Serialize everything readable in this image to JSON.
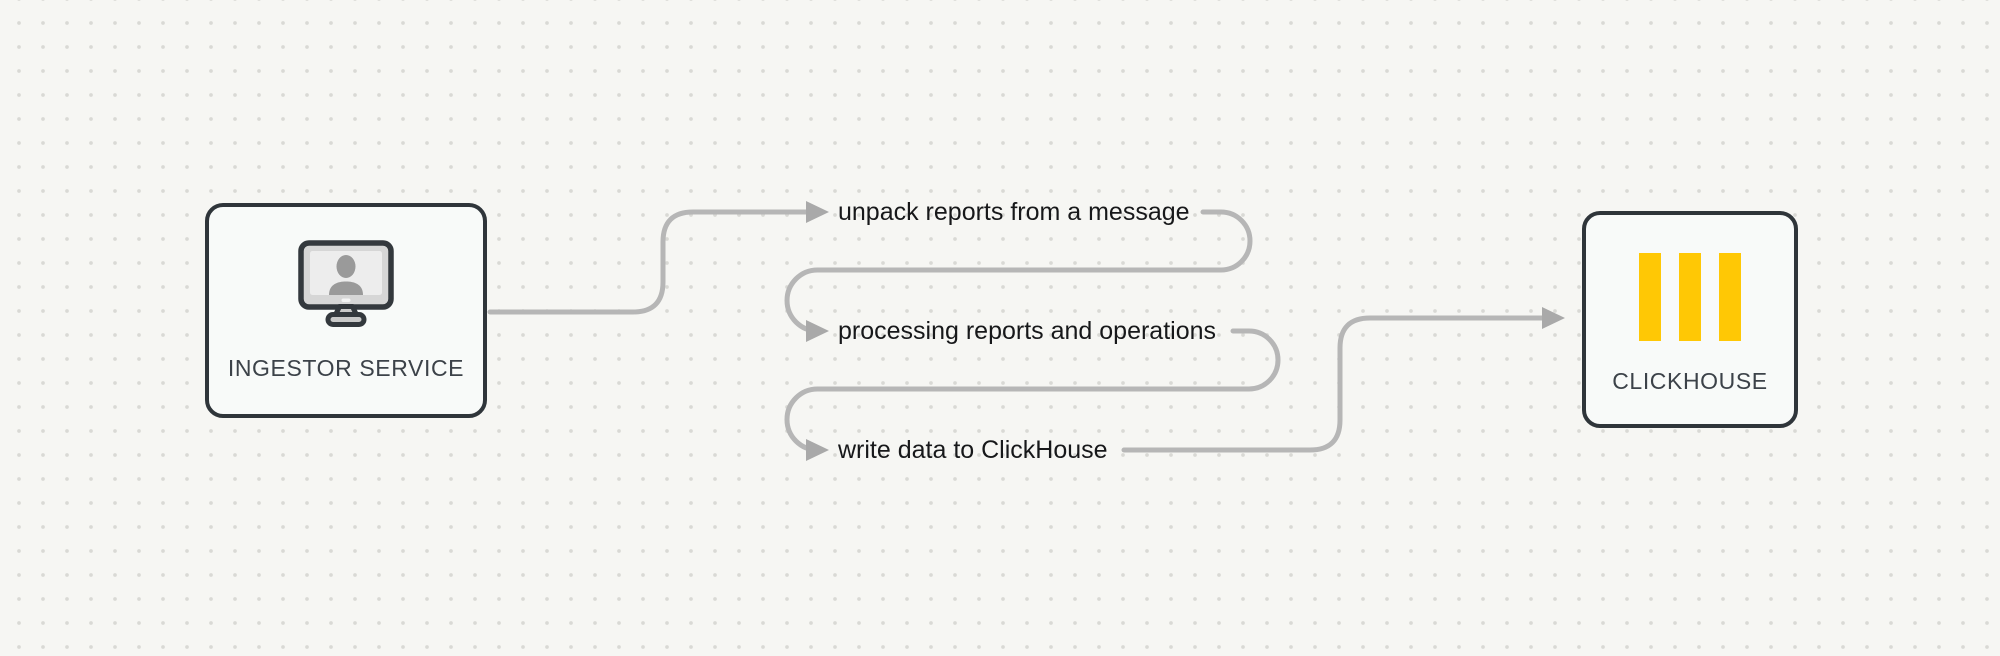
{
  "diagram": {
    "source_node": {
      "label": "INGESTOR SERVICE",
      "icon": "monitor-user-icon"
    },
    "target_node": {
      "label": "CLICKHOUSE",
      "icon": "clickhouse-logo-icon"
    },
    "steps": [
      {
        "label": "unpack reports from a message"
      },
      {
        "label": "processing reports and operations"
      },
      {
        "label": "write data to ClickHouse"
      }
    ]
  },
  "colors": {
    "background": "#f6f6f3",
    "grid_dot": "#d9d9d5",
    "connector": "#b6b6b6",
    "arrowhead": "#a9a9a9",
    "node_border": "#2f353a",
    "node_fill": "#f8faf9",
    "clickhouse_yellow": "#ffc805",
    "step_text": "#17181a",
    "node_label_text": "#3c4249"
  }
}
